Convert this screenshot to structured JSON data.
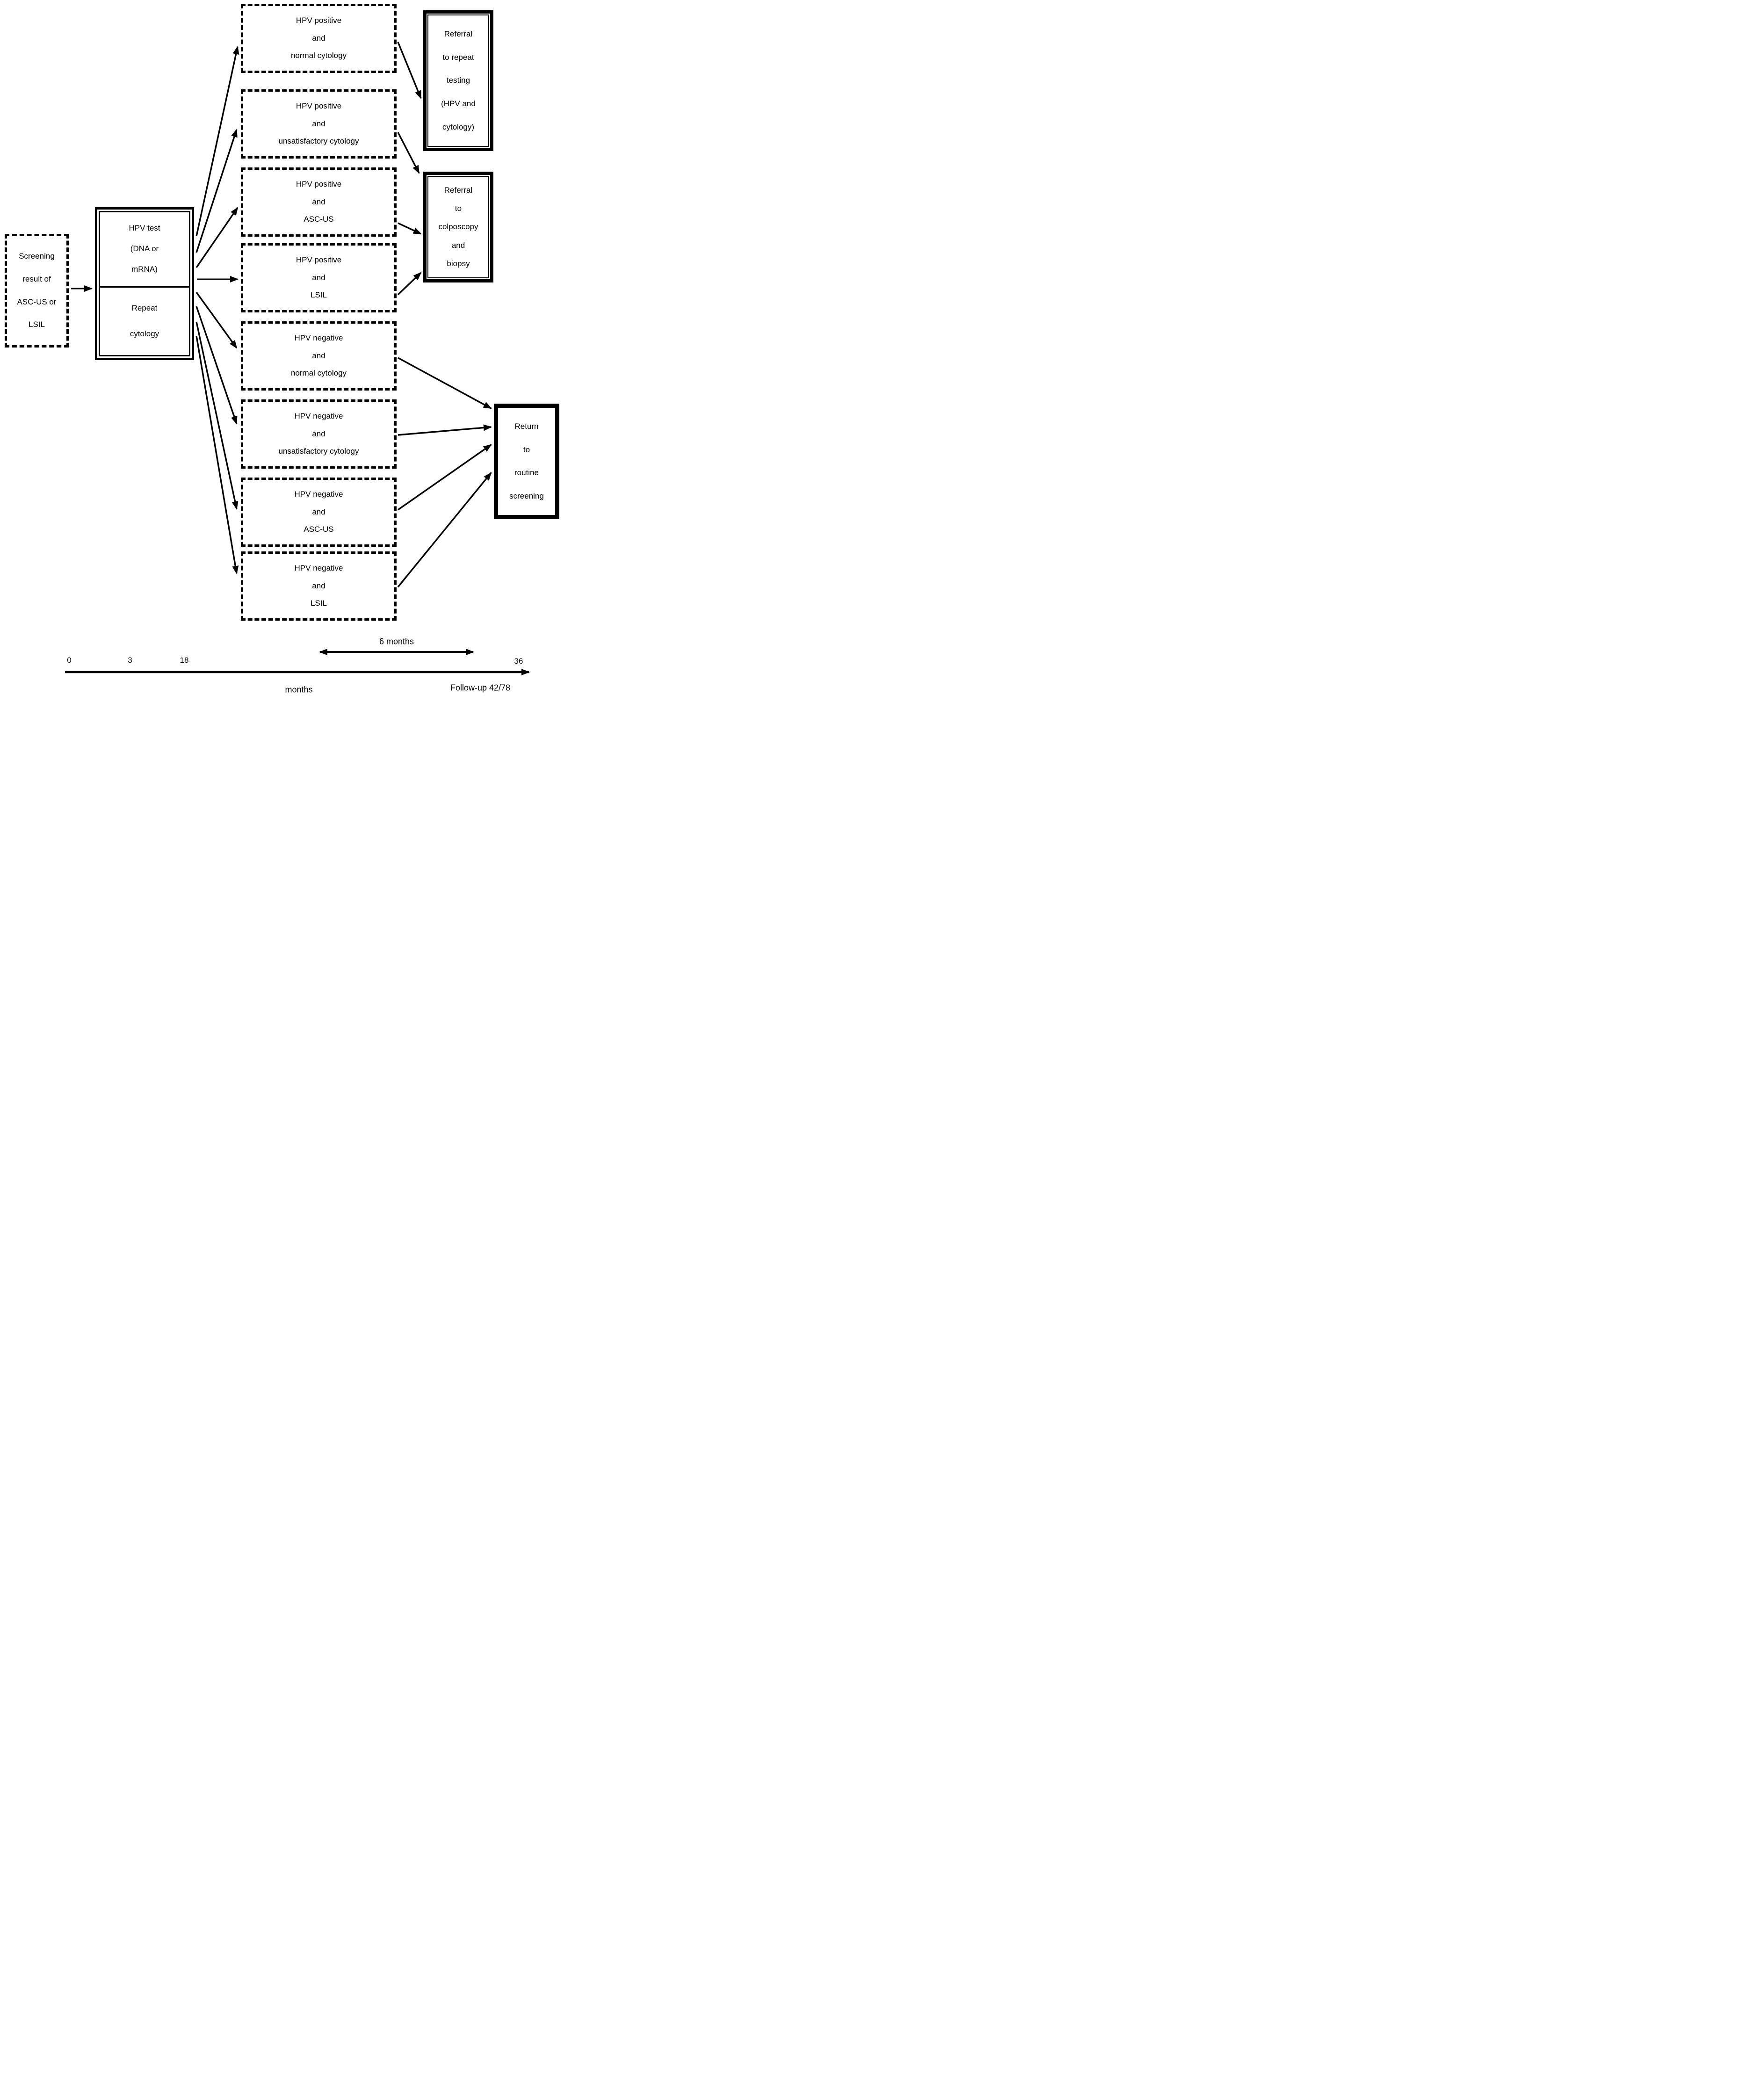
{
  "diagram": {
    "source_box": {
      "lines": [
        "Screening",
        "result of",
        "ASC-US or",
        "LSIL"
      ]
    },
    "hub_box": {
      "top_cell_lines": [
        "HPV test",
        "(DNA or",
        "mRNA)"
      ],
      "bottom_cell_lines": [
        "Repeat",
        "cytology"
      ]
    },
    "result_boxes": [
      {
        "lines": [
          "HPV positive",
          "and",
          "normal cytology"
        ]
      },
      {
        "lines": [
          "HPV positive",
          "and",
          "unsatisfactory cytology"
        ]
      },
      {
        "lines": [
          "HPV positive",
          "and",
          "ASC-US"
        ]
      },
      {
        "lines": [
          "HPV positive",
          "and",
          "LSIL"
        ]
      },
      {
        "lines": [
          "HPV negative",
          "and",
          "normal cytology"
        ]
      },
      {
        "lines": [
          "HPV negative",
          "and",
          "unsatisfactory cytology"
        ]
      },
      {
        "lines": [
          "HPV negative",
          "and",
          "ASC-US"
        ]
      },
      {
        "lines": [
          "HPV negative",
          "and",
          "LSIL"
        ]
      }
    ],
    "outcome_boxes": {
      "repeat_testing": {
        "lines": [
          "Referral",
          "to repeat",
          "testing",
          "(HPV and",
          "cytology)"
        ]
      },
      "colposcopy": {
        "lines": [
          "Referral",
          "to",
          "colposcopy",
          "and",
          "biopsy"
        ]
      },
      "routine_screening": {
        "lines": [
          "Return",
          "to",
          "routine",
          "screening"
        ]
      }
    },
    "timeline": {
      "tick_0": "0",
      "tick_3": "3",
      "tick_18": "18",
      "tick_36": "36",
      "axis_label": "months",
      "interval_label": "6 months",
      "followup_label": "Follow-up 42/78"
    },
    "colors": {
      "ink": "#000000",
      "background": "#ffffff"
    }
  }
}
